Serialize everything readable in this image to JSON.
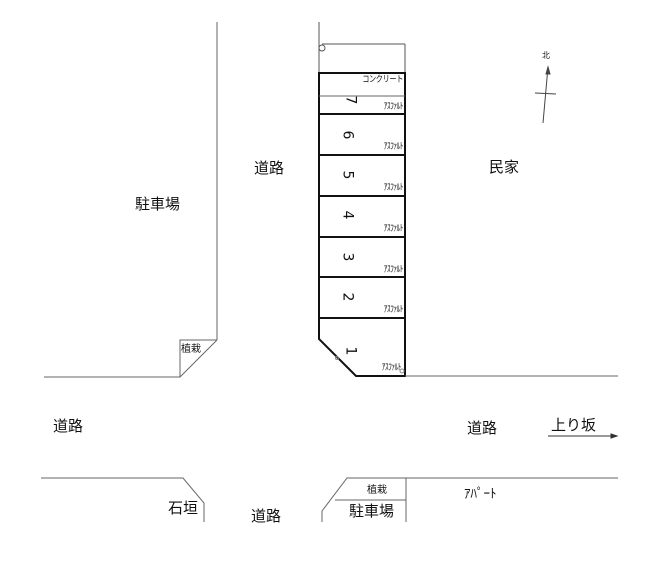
{
  "diagram": {
    "type": "site-map",
    "description": "Parking lot layout plan with 7 numbered spaces",
    "compass": {
      "label": "北"
    },
    "areas": {
      "left_parking": "駐車場",
      "house": "民家",
      "road_center_top": "道路",
      "road_left": "道路",
      "road_right": "道路",
      "road_bottom": "道路",
      "uphill": "上り坂",
      "stone_wall": "石垣",
      "planting_left": "植栽",
      "planting_bottom": "植栽",
      "bottom_parking": "駐車場",
      "apartment": "ｱﾊﾟｰﾄ"
    },
    "parking_lot": {
      "top_surface": "コンクリート",
      "spaces": [
        {
          "number": "7",
          "surface": "ｱｽﾌｧﾙﾄ"
        },
        {
          "number": "6",
          "surface": "ｱｽﾌｧﾙﾄ"
        },
        {
          "number": "5",
          "surface": "ｱｽﾌｧﾙﾄ"
        },
        {
          "number": "4",
          "surface": "ｱｽﾌｧﾙﾄ"
        },
        {
          "number": "3",
          "surface": "ｱｽﾌｧﾙﾄ"
        },
        {
          "number": "2",
          "surface": "ｱｽﾌｧﾙﾄ"
        },
        {
          "number": "1",
          "surface": "ｱｽﾌｧﾙﾄ"
        }
      ]
    },
    "colors": {
      "line": "#111111",
      "thin_line": "#555555",
      "background": "#ffffff"
    }
  }
}
